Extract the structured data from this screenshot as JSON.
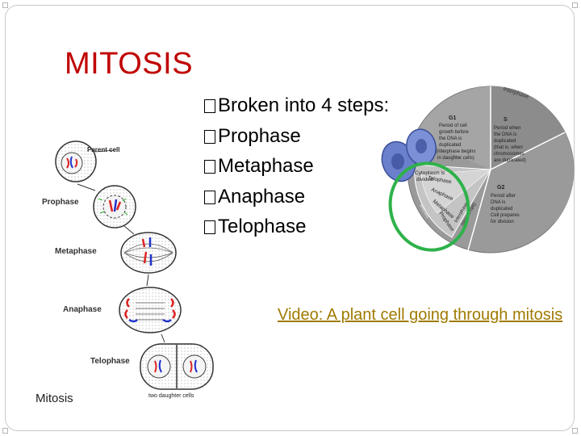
{
  "slide": {
    "title": "MITOSIS",
    "bullets": [
      "Broken into 4 steps:",
      "Prophase",
      "Metaphase",
      "Anaphase",
      "Telophase"
    ],
    "video_link": "Video: A plant cell going through mitosis"
  },
  "mitosis_figure": {
    "parent_label": "Parent cell",
    "stages": [
      "Prophase",
      "Metaphase",
      "Anaphase",
      "Telophase"
    ],
    "daughter_label": "two daughter cells",
    "caption": "Mitosis"
  },
  "cell_cycle_figure": {
    "interphase_label": "Interphase",
    "g1": {
      "title": "G1",
      "text": [
        "Period of cell",
        "growth before",
        "the DNA is",
        "duplicated",
        "(interphase begins",
        "in daughter cells)"
      ]
    },
    "s": {
      "title": "S",
      "text": [
        "Period when",
        "the DNA is",
        "duplicated",
        "(that is, when",
        "chromosomes",
        "are duplicated)"
      ]
    },
    "g2": {
      "title": "G2",
      "text": [
        "Period after",
        "DNA is",
        "duplicated",
        "Cell prepares",
        "for division"
      ]
    },
    "phases": [
      "Telophase",
      "Anaphase",
      "Metaphase",
      "Prophase"
    ],
    "mitosis_band": "Mitosis",
    "cytokinesis_label": [
      "Cytoplasm is",
      "divided"
    ],
    "interphase_band": [
      "Interphase",
      "(parent cell)"
    ],
    "colors": {
      "wheel": "#9a9a9a",
      "wheel_light": "#b3b3b3",
      "cell": "#5a6ec0",
      "highlight": "#2eb24a"
    }
  }
}
